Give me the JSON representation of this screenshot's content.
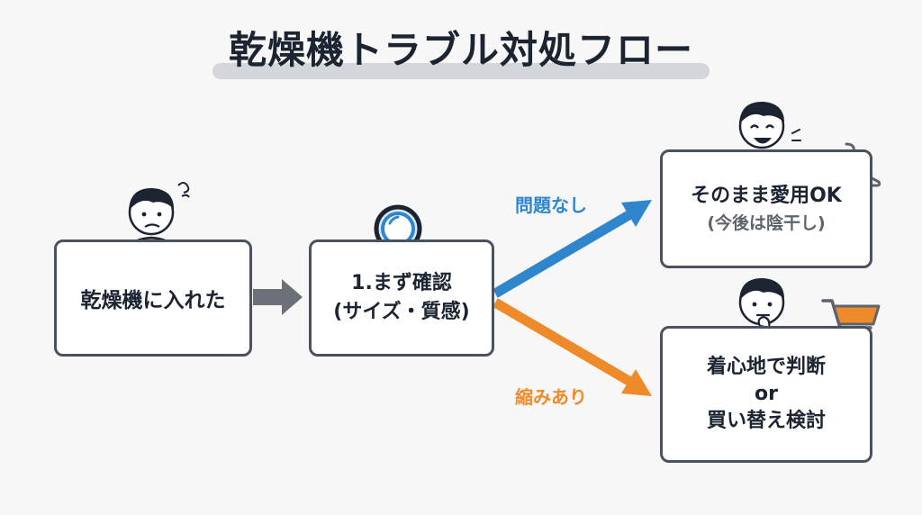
{
  "title": "乾燥機トラブル対処フロー",
  "nodes": {
    "start": {
      "line1": "乾燥機に入れた"
    },
    "check": {
      "line1": "1.まず確認",
      "line2": "(サイズ・質感)"
    },
    "ok": {
      "line1": "そのまま愛用OK",
      "line2": "(今後は陰干し)"
    },
    "ng": {
      "line1": "着心地で判断",
      "line2": "or",
      "line3": "買い替え検討"
    }
  },
  "branches": {
    "ok_label": "問題なし",
    "ng_label": "縮みあり"
  },
  "colors": {
    "ok_arrow": "#2f86cc",
    "ng_arrow": "#ef8a2b",
    "gray_arrow": "#6b7079",
    "box_border": "#4a5260",
    "shirt": "#f39a3d"
  },
  "icons": [
    "worried-person-icon",
    "magnifier-icon",
    "happy-person-icon",
    "hanger-icon",
    "thinking-person-icon",
    "shopping-cart-icon"
  ]
}
